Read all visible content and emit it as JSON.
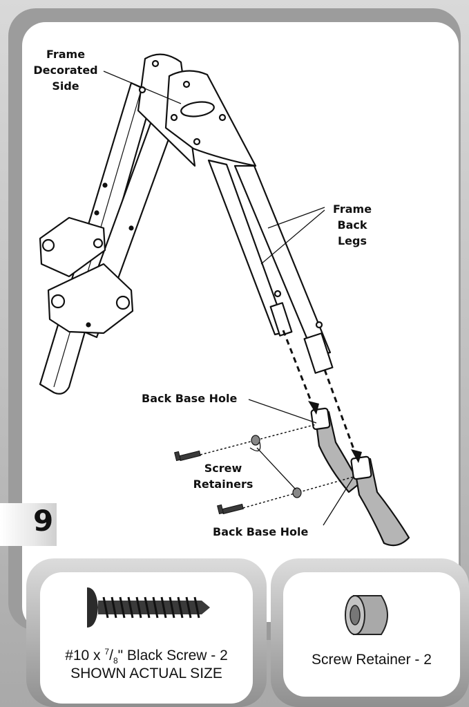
{
  "step_number": "9",
  "labels": {
    "frame_decorated_side": [
      "Frame",
      "Decorated",
      "Side"
    ],
    "frame_back_legs": [
      "Frame",
      "Back",
      "Legs"
    ],
    "back_base_hole_top": "Back Base Hole",
    "screw_retainers": [
      "Screw",
      "Retainers"
    ],
    "back_base_hole_bottom": "Back Base Hole"
  },
  "parts": {
    "screw": {
      "label_prefix": "#10 x ",
      "label_fraction_num": "7",
      "label_fraction_den": "8",
      "label_suffix": "\" Black Screw - 2",
      "note": "SHOWN ACTUAL SIZE"
    },
    "retainer": {
      "label": "Screw Retainer - 2"
    }
  },
  "colors": {
    "line": "#111111",
    "tube_fill": "#ffffff",
    "base_fill": "#b5b5b5",
    "screw_fill": "#3a3a3a"
  }
}
